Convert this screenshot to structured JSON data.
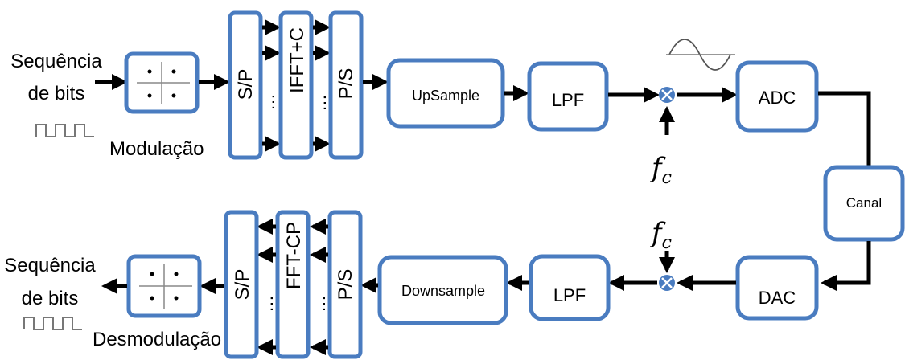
{
  "colors": {
    "block_border": "#4a7cc0",
    "mixer_fill": "#4a7cc0",
    "wire": "#000000",
    "background": "#ffffff"
  },
  "tx": {
    "input_label_line1": "Sequência",
    "input_label_line2": "de bits",
    "modulation_label": "Modulação",
    "sp": "S/P",
    "ifft": "IFFT+C",
    "ps": "P/S",
    "dots": "…",
    "upsample": "UpSample",
    "lpf": "LPF",
    "adc": "ADC",
    "fc_main": "f",
    "fc_sub": "c"
  },
  "channel": {
    "label": "Canal"
  },
  "rx": {
    "output_label_line1": "Sequência",
    "output_label_line2": "de bits",
    "demodulation_label": "Desmodulação",
    "sp": "S/P",
    "fft": "FFT-CP",
    "ps": "P/S",
    "dots": "…",
    "downsample": "Downsample",
    "lpf": "LPF",
    "dac": "DAC",
    "fc_main": "f",
    "fc_sub": "c"
  },
  "icons": {
    "bit_sequence": "square-wave-icon",
    "carrier": "sine-wave-icon",
    "mixer": "mixer-multiplier-icon",
    "constellation": "qpsk-constellation-icon"
  }
}
